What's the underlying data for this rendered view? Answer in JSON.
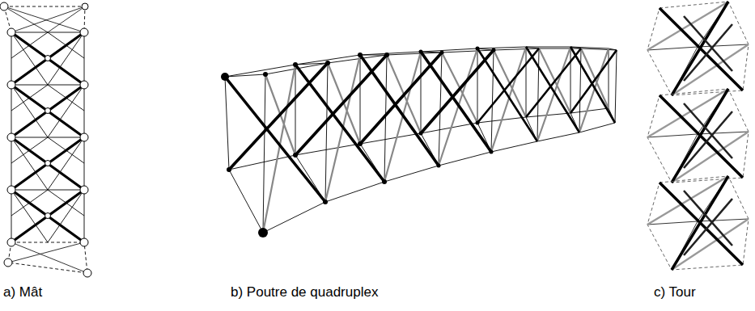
{
  "diagram": {
    "labels": [
      "a) Mât",
      "b) Poutre de quadruplex",
      "c) Tour"
    ]
  }
}
